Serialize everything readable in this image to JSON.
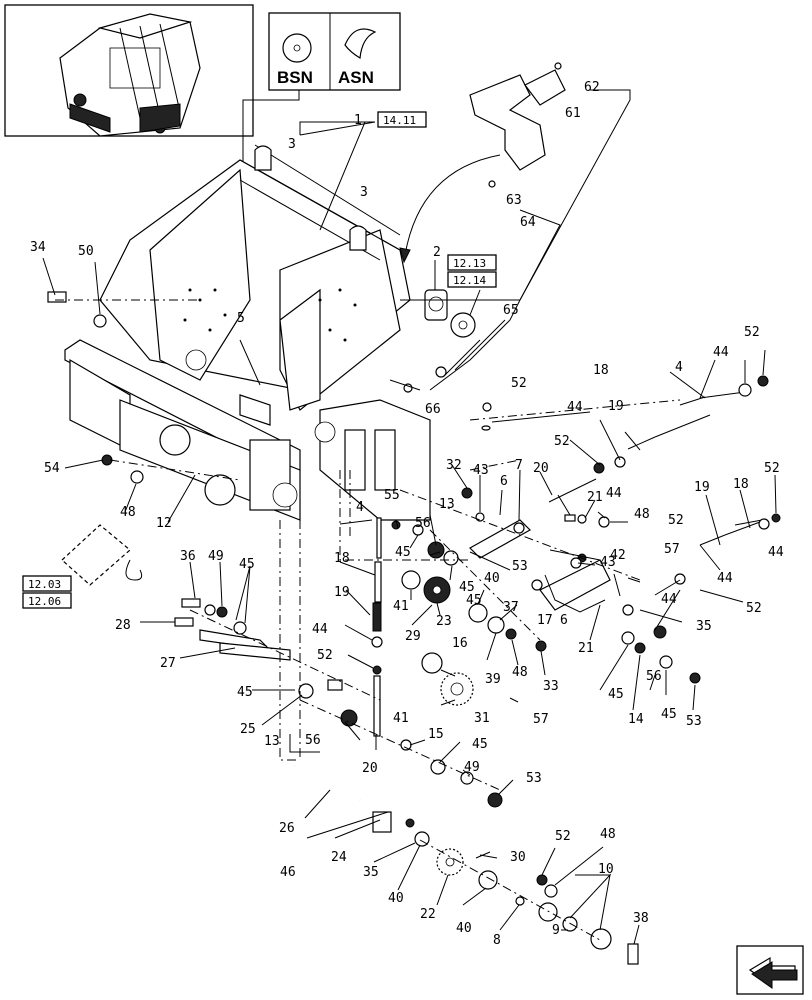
{
  "variants": {
    "left": "BSN",
    "right": "ASN"
  },
  "section_refs": [
    "14.11",
    "12.13",
    "12.14",
    "12.03",
    "12.06"
  ],
  "callouts": {
    "c1": "1",
    "c2": "2",
    "c3a": "3",
    "c3b": "3",
    "c4a": "4",
    "c4b": "4",
    "c5": "5",
    "c6a": "6",
    "c6b": "6",
    "c7": "7",
    "c8": "8",
    "c9": "9",
    "c10": "10",
    "c12": "12",
    "c13a": "13",
    "c13b": "13",
    "c14": "14",
    "c15": "15",
    "c16": "16",
    "c17": "17",
    "c18a": "18",
    "c18b": "18",
    "c18c": "18",
    "c19a": "19",
    "c19b": "19",
    "c19c": "19",
    "c20a": "20",
    "c20b": "20",
    "c21a": "21",
    "c21b": "21",
    "c22": "22",
    "c23": "23",
    "c24": "24",
    "c25": "25",
    "c26": "26",
    "c27": "27",
    "c28": "28",
    "c29": "29",
    "c30": "30",
    "c31": "31",
    "c32": "32",
    "c33": "33",
    "c34": "34",
    "c35a": "35",
    "c35b": "35",
    "c36": "36",
    "c37": "37",
    "c38": "38",
    "c39": "39",
    "c40a": "40",
    "c40b": "40",
    "c40c": "40",
    "c41a": "41",
    "c41b": "41",
    "c42": "42",
    "c43a": "43",
    "c43b": "43",
    "c44a": "44",
    "c44b": "44",
    "c44c": "44",
    "c44d": "44",
    "c44e": "44",
    "c44f": "44",
    "c45a": "45",
    "c45b": "45",
    "c45c": "45",
    "c45d": "45",
    "c45e": "45",
    "c45f": "45",
    "c45g": "45",
    "c45h": "45",
    "c46": "46",
    "c48a": "48",
    "c48b": "48",
    "c48c": "48",
    "c48d": "48",
    "c49a": "49",
    "c49b": "49",
    "c50": "50",
    "c52a": "52",
    "c52b": "52",
    "c52c": "52",
    "c52d": "52",
    "c52e": "52",
    "c52f": "52",
    "c52g": "52",
    "c52h": "52",
    "c53a": "53",
    "c53b": "53",
    "c53c": "53",
    "c54": "54",
    "c55": "55",
    "c56a": "56",
    "c56b": "56",
    "c56c": "56",
    "c57a": "57",
    "c57b": "57",
    "c61": "61",
    "c62": "62",
    "c63": "63",
    "c64": "64",
    "c65": "65",
    "c66": "66"
  },
  "icons": {
    "thumbnail": "baler-thumbnail-icon",
    "navigation": "previous-page-arrow-icon"
  }
}
